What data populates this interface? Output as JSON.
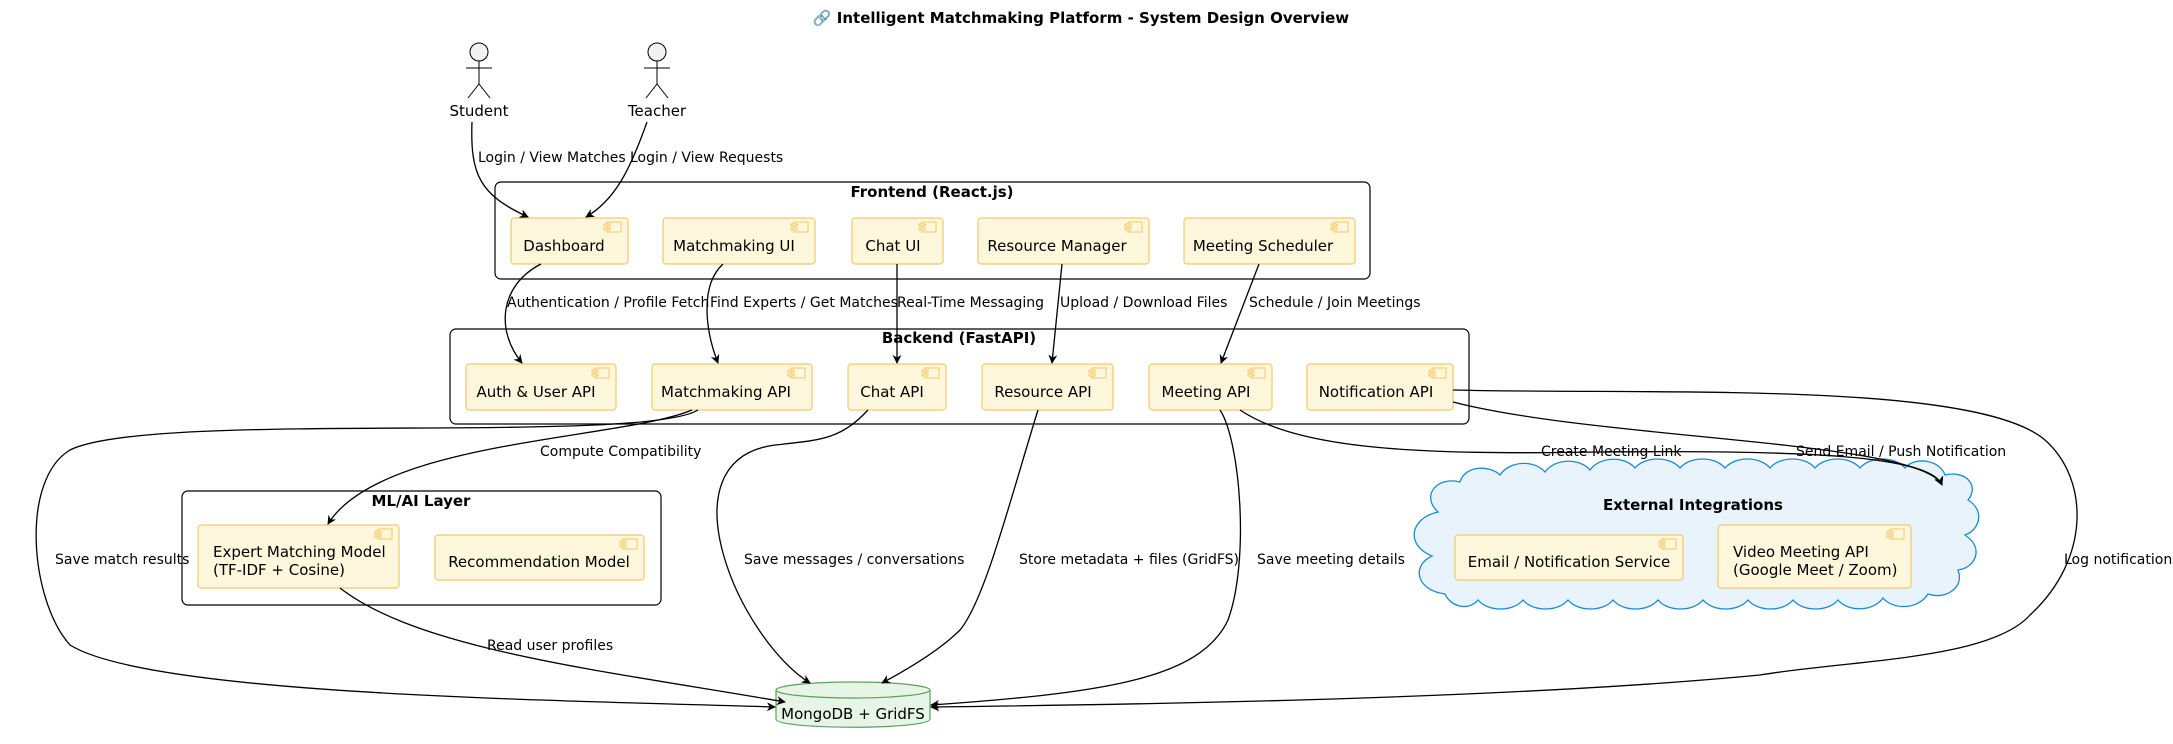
{
  "title": "🔗 Intelligent Matchmaking Platform - System Design Overview",
  "actors": {
    "student": "Student",
    "teacher": "Teacher"
  },
  "packages": {
    "frontend": "Frontend (React.js)",
    "backend": "Backend (FastAPI)",
    "ml": "ML/AI Layer",
    "external": "External Integrations"
  },
  "components": {
    "dashboard": "Dashboard",
    "matchmaking_ui": "Matchmaking UI",
    "chat_ui": "Chat UI",
    "resource_manager": "Resource Manager",
    "meeting_scheduler": "Meeting Scheduler",
    "auth_api": "Auth & User API",
    "matchmaking_api": "Matchmaking API",
    "chat_api": "Chat API",
    "resource_api": "Resource API",
    "meeting_api": "Meeting API",
    "notification_api": "Notification API",
    "expert_model": [
      "Expert Matching Model",
      "(TF-IDF + Cosine)"
    ],
    "recommendation_model": "Recommendation Model",
    "email_service": "Email / Notification Service",
    "video_api": [
      "Video Meeting API",
      "(Google Meet / Zoom)"
    ],
    "database": "MongoDB + GridFS"
  },
  "edges": {
    "student_dashboard": "Login / View Matches",
    "teacher_dashboard": "Login / View Requests",
    "dashboard_auth": "Authentication / Profile Fetch",
    "matchui_matchapi": "Find Experts / Get Matches",
    "chatui_chatapi": "Real-Time Messaging",
    "resmgr_resapi": "Upload / Download Files",
    "scheduler_meetingapi": "Schedule / Join Meetings",
    "matchapi_model": "Compute Compatibility",
    "matchapi_db": "Save match results",
    "model_db": "Read user profiles",
    "chatapi_db": "Save messages / conversations",
    "resapi_db": "Store metadata + files (GridFS)",
    "meetingapi_db": "Save meeting details",
    "meetingapi_cloud": "Create Meeting Link",
    "notifapi_cloud": "Send Email / Push Notification",
    "notifapi_db": "Log notifications"
  },
  "colors": {
    "component_fill": "#fef7dc",
    "component_border": "#f3c86a",
    "cloud_fill": "#e8f3fc",
    "cloud_border": "#1a8ad6",
    "database_fill": "#e6f5e6",
    "database_border": "#5da05d"
  }
}
